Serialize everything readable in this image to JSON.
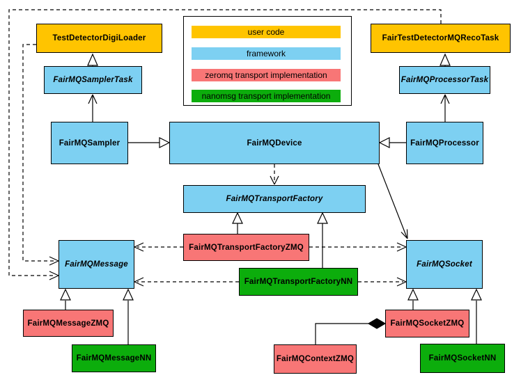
{
  "colors": {
    "user_code": "#FFC400",
    "framework": "#7DD0F2",
    "zeromq": "#F87676",
    "nanomsg": "#0CAD0C",
    "line": "#000000",
    "background": "#FFFFFF"
  },
  "legend": {
    "items": [
      {
        "label": "user code",
        "category": "user_code"
      },
      {
        "label": "framework",
        "category": "framework"
      },
      {
        "label": "zeromq transport implementation",
        "category": "zeromq"
      },
      {
        "label": "nanomsg transport implementation",
        "category": "nanomsg"
      }
    ]
  },
  "nodes": {
    "testDetectorDigiLoader": {
      "label": "TestDetectorDigiLoader",
      "category": "user_code",
      "abstract": false
    },
    "fairTestDetectorMQRecoTask": {
      "label": "FairTestDetectorMQRecoTask",
      "category": "user_code",
      "abstract": false
    },
    "fairMQSamplerTask": {
      "label": "FairMQSamplerTask",
      "category": "framework",
      "abstract": true
    },
    "fairMQProcessorTask": {
      "label": "FairMQProcessorTask",
      "category": "framework",
      "abstract": true
    },
    "fairMQSampler": {
      "label": "FairMQSampler",
      "category": "framework",
      "abstract": false
    },
    "fairMQDevice": {
      "label": "FairMQDevice",
      "category": "framework",
      "abstract": false
    },
    "fairMQProcessor": {
      "label": "FairMQProcessor",
      "category": "framework",
      "abstract": false
    },
    "fairMQTransportFactory": {
      "label": "FairMQTransportFactory",
      "category": "framework",
      "abstract": true
    },
    "fairMQTransportFactoryZMQ": {
      "label": "FairMQTransportFactoryZMQ",
      "category": "zeromq",
      "abstract": false
    },
    "fairMQTransportFactoryNN": {
      "label": "FairMQTransportFactoryNN",
      "category": "nanomsg",
      "abstract": false
    },
    "fairMQMessage": {
      "label": "FairMQMessage",
      "category": "framework",
      "abstract": true
    },
    "fairMQSocket": {
      "label": "FairMQSocket",
      "category": "framework",
      "abstract": true
    },
    "fairMQMessageZMQ": {
      "label": "FairMQMessageZMQ",
      "category": "zeromq",
      "abstract": false
    },
    "fairMQMessageNN": {
      "label": "FairMQMessageNN",
      "category": "nanomsg",
      "abstract": false
    },
    "fairMQContextZMQ": {
      "label": "FairMQContextZMQ",
      "category": "zeromq",
      "abstract": false
    },
    "fairMQSocketZMQ": {
      "label": "FairMQSocketZMQ",
      "category": "zeromq",
      "abstract": false
    },
    "fairMQSocketNN": {
      "label": "FairMQSocketNN",
      "category": "nanomsg",
      "abstract": false
    }
  },
  "edges": [
    {
      "from": "fairMQSamplerTask",
      "to": "testDetectorDigiLoader",
      "type": "generalization"
    },
    {
      "from": "fairMQProcessorTask",
      "to": "fairTestDetectorMQRecoTask",
      "type": "generalization"
    },
    {
      "from": "fairMQSampler",
      "to": "fairMQSamplerTask",
      "type": "arrow"
    },
    {
      "from": "fairMQProcessor",
      "to": "fairMQProcessorTask",
      "type": "arrow"
    },
    {
      "from": "fairMQSampler",
      "to": "fairMQDevice",
      "type": "generalization"
    },
    {
      "from": "fairMQProcessor",
      "to": "fairMQDevice",
      "type": "generalization"
    },
    {
      "from": "fairMQDevice",
      "to": "fairMQTransportFactory",
      "type": "dashed-arrow"
    },
    {
      "from": "fairMQDevice",
      "to": "fairMQSocket",
      "type": "arrow"
    },
    {
      "from": "fairMQTransportFactoryZMQ",
      "to": "fairMQTransportFactory",
      "type": "generalization"
    },
    {
      "from": "fairMQTransportFactoryNN",
      "to": "fairMQTransportFactory",
      "type": "generalization"
    },
    {
      "from": "fairMQTransportFactoryZMQ",
      "to": "fairMQMessage",
      "type": "dashed-arrow"
    },
    {
      "from": "fairMQTransportFactoryZMQ",
      "to": "fairMQSocket",
      "type": "dashed-arrow"
    },
    {
      "from": "fairMQTransportFactoryNN",
      "to": "fairMQMessage",
      "type": "dashed-arrow"
    },
    {
      "from": "fairMQTransportFactoryNN",
      "to": "fairMQSocket",
      "type": "dashed-arrow"
    },
    {
      "from": "testDetectorDigiLoader",
      "to": "fairMQMessage",
      "type": "dashed-arrow"
    },
    {
      "from": "fairTestDetectorMQRecoTask",
      "to": "fairMQMessage",
      "type": "dashed-arrow"
    },
    {
      "from": "fairMQMessageZMQ",
      "to": "fairMQMessage",
      "type": "generalization"
    },
    {
      "from": "fairMQMessageNN",
      "to": "fairMQMessage",
      "type": "generalization"
    },
    {
      "from": "fairMQSocketZMQ",
      "to": "fairMQSocket",
      "type": "generalization"
    },
    {
      "from": "fairMQSocketNN",
      "to": "fairMQSocket",
      "type": "generalization"
    },
    {
      "from": "fairMQContextZMQ",
      "to": "fairMQSocketZMQ",
      "type": "composition"
    }
  ]
}
